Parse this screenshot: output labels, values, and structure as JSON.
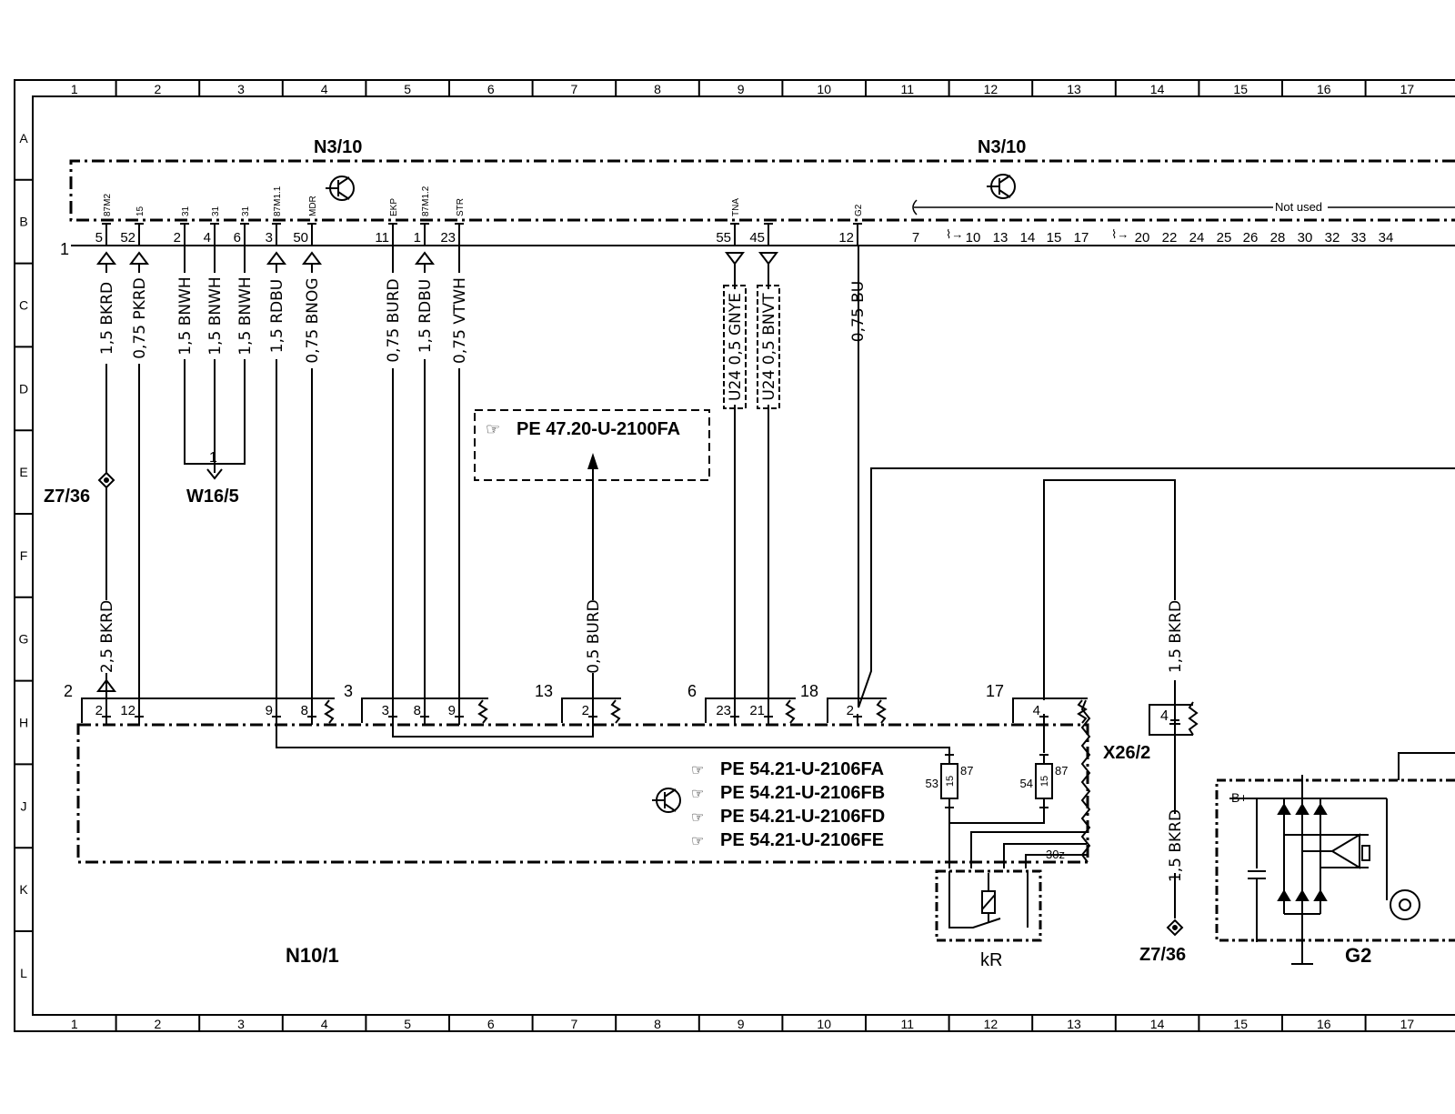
{
  "grid": {
    "columns": [
      "1",
      "2",
      "3",
      "4",
      "5",
      "6",
      "7",
      "8",
      "9",
      "10",
      "11",
      "12",
      "13",
      "14",
      "15",
      "16",
      "17"
    ],
    "rows": [
      "A",
      "B",
      "C",
      "D",
      "E",
      "F",
      "G",
      "H",
      "J",
      "K",
      "L"
    ]
  },
  "components": {
    "n3_10_left": "N3/10",
    "n3_10_right": "N3/10",
    "n10_1": "N10/1",
    "w16_5": "W16/5",
    "z7_36_top": "Z7/36",
    "z7_36_bottom": "Z7/36",
    "x26_2": "X26/2",
    "g2": "G2",
    "kr": "kR",
    "not_used": "Not used",
    "b_plus": "B+",
    "plug_1": "1",
    "plug_2": "2",
    "plug_3": "3",
    "plug_6": "6",
    "plug_13": "13",
    "plug_17": "17",
    "plug_18": "18",
    "w16_pin": "1",
    "pin_30z": "30z"
  },
  "references": {
    "ref_top": "PE  47.20-U-2100FA",
    "ref_list": [
      "PE  54.21-U-2106FA",
      "PE  54.21-U-2106FB",
      "PE  54.21-U-2106FD",
      "PE  54.21-U-2106FE"
    ]
  },
  "connector_b": {
    "pins": [
      {
        "num": "5",
        "sig": "87M2"
      },
      {
        "num": "52",
        "sig": "15"
      },
      {
        "num": "2",
        "sig": "31"
      },
      {
        "num": "4",
        "sig": "31"
      },
      {
        "num": "6",
        "sig": "31"
      },
      {
        "num": "3",
        "sig": "87M1.1"
      },
      {
        "num": "50",
        "sig": "MDR"
      },
      {
        "num": "11",
        "sig": "EKP"
      },
      {
        "num": "1",
        "sig": "87M1.2"
      },
      {
        "num": "23",
        "sig": "STR"
      },
      {
        "num": "55",
        "sig": "TNA"
      },
      {
        "num": "45",
        "sig": ""
      },
      {
        "num": "12",
        "sig": "G2"
      }
    ],
    "unused_pins": [
      "7",
      "10",
      "13",
      "14",
      "15",
      "17",
      "20",
      "22",
      "24",
      "25",
      "26",
      "28",
      "30",
      "32",
      "33",
      "34"
    ]
  },
  "wires": [
    {
      "label": "1,5  BKRD"
    },
    {
      "label": "0,75  PKRD"
    },
    {
      "label": "1,5  BNWH"
    },
    {
      "label": "1,5  BNWH"
    },
    {
      "label": "1,5  BNWH"
    },
    {
      "label": "1,5  RDBU"
    },
    {
      "label": "0,75  BNOG"
    },
    {
      "label": "0,75  BURD"
    },
    {
      "label": "1,5  RDBU"
    },
    {
      "label": "0,75  VTWH"
    },
    {
      "label": "U24  0,5  GNYE"
    },
    {
      "label": "U24  0,5  BNVT"
    },
    {
      "label": "0,75  BU"
    },
    {
      "label": "2,5  BKRD"
    },
    {
      "label": "0,5  BURD"
    },
    {
      "label": "1,5  BKRD"
    },
    {
      "label": "1,5  BKRD"
    }
  ],
  "lower_pins": [
    "2",
    "12",
    "9",
    "8",
    "3",
    "8",
    "9",
    "2",
    "23",
    "21",
    "2",
    "4",
    "4"
  ],
  "fuses": [
    {
      "value": "15",
      "in": "53",
      "out": "87"
    },
    {
      "value": "15",
      "in": "54",
      "out": "87"
    }
  ]
}
